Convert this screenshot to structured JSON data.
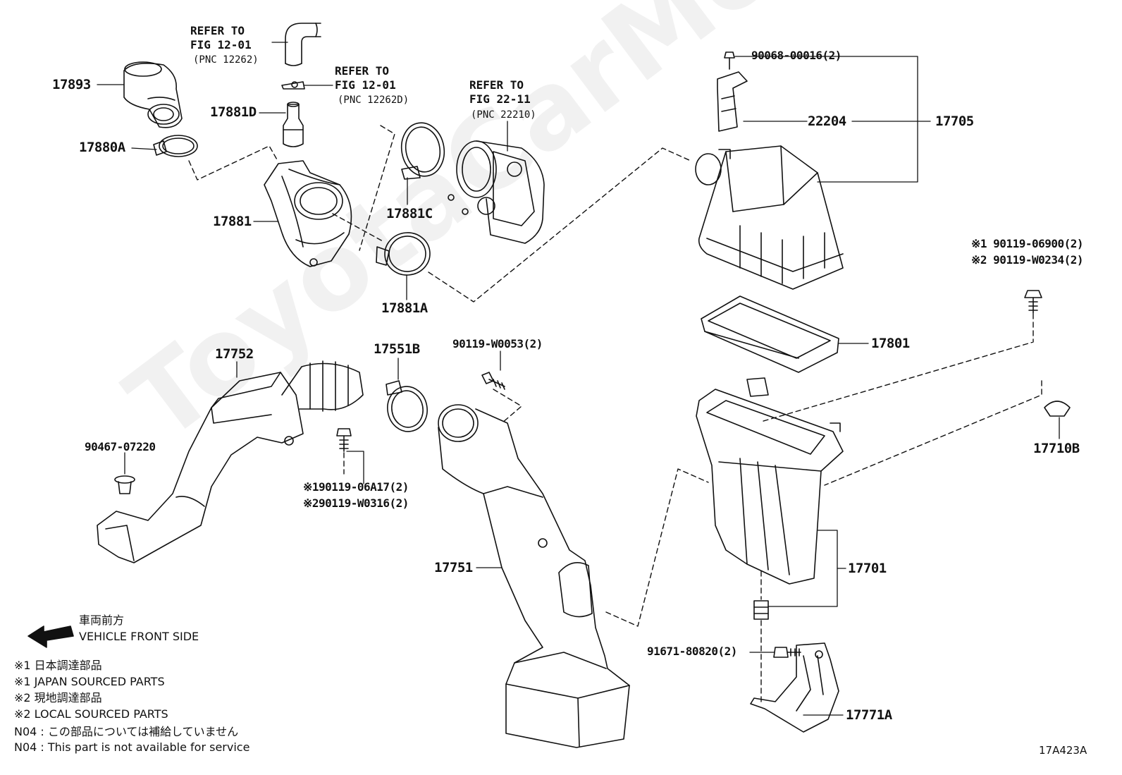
{
  "watermark": "ToyotaCarMore.ru",
  "part_numbers": {
    "p17893": "17893",
    "p17880A": "17880A",
    "p17881D": "17881D",
    "p17881": "17881",
    "p17881C": "17881C",
    "p17881A": "17881A",
    "p17705": "17705",
    "p22204": "22204",
    "p17801": "17801",
    "p17710B": "17710B",
    "p17752": "17752",
    "p17551B": "17551B",
    "p17751": "17751",
    "p17701": "17701",
    "p17771A": "17771A"
  },
  "bolts": {
    "b90068": "90068-00016(2)",
    "b90119_06900": "※1 90119-06900(2)",
    "b90119_W0234": "※2 90119-W0234(2)",
    "b90119_W0053": "90119-W0053(2)",
    "b90467": "90467-07220",
    "b90119_06A17": "※190119-06A17(2)",
    "b90119_W0316": "※290119-W0316(2)",
    "b91671": "91671-80820(2)"
  },
  "references": {
    "ref1_line1": "REFER TO",
    "ref1_line2": "FIG 12-01",
    "ref1_line3": "(PNC 12262)",
    "ref2_line1": "REFER TO",
    "ref2_line2": "FIG 12-01",
    "ref2_line3": "(PNC 12262D)",
    "ref3_line1": "REFER TO",
    "ref3_line2": "FIG 22-11",
    "ref3_line3": "(PNC 22210)"
  },
  "legend": {
    "front_jp": "車両前方",
    "front_en": "VEHICLE FRONT SIDE",
    "n1_jp": "※1 日本調達部品",
    "n1_en": "※1 JAPAN SOURCED PARTS",
    "n2_jp": "※2 現地調達部品",
    "n2_en": "※2 LOCAL SOURCED PARTS",
    "n04_jp": "N04 : この部品については補給していません",
    "n04_en": "N04 : This part is not available for service"
  },
  "figure_code": "17A423A"
}
